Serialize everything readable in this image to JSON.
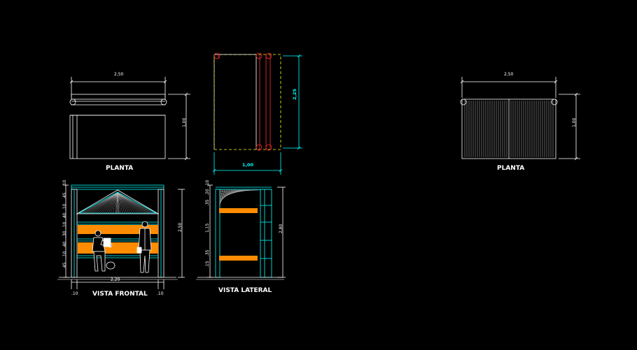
{
  "colors": {
    "background": "#000000",
    "line": "#ffffff",
    "cyan": "#00ffff",
    "orange": "#ff8c00",
    "red": "#ff3030",
    "yellow": "#ffff00",
    "gray": "#b0b0b0"
  },
  "labels": {
    "plan_left": "PLANTA",
    "plan_right": "PLANTA",
    "front": "VISTA FRONTAL",
    "side": "VISTA LATERAL"
  },
  "dims": {
    "plan_left_w": "2,50",
    "plan_left_h": "1,00",
    "plan_mid_w": "1,00",
    "plan_mid_h": "2,25",
    "plan_right_w": "2,50",
    "plan_right_h": "1,00",
    "front_w": "2,20",
    "front_h": "2,50",
    "front_l": ".10",
    "front_r": ".10",
    "side_h": "2,80",
    "side_seg_top": ".10",
    "side_seg_1": ".20",
    "side_seg_2": ".35",
    "side_seg_3": "1,15",
    "side_seg_4": ".35",
    "side_seg_5": ".15",
    "front_seg_1": ".10",
    "front_seg_2": ".45",
    "front_seg_3": ".10",
    "front_seg_4": ".40",
    "front_seg_5": ".10",
    "front_seg_6": ".30",
    "front_seg_7": ".40",
    "front_seg_8": ".10",
    "front_seg_9": ".45"
  }
}
